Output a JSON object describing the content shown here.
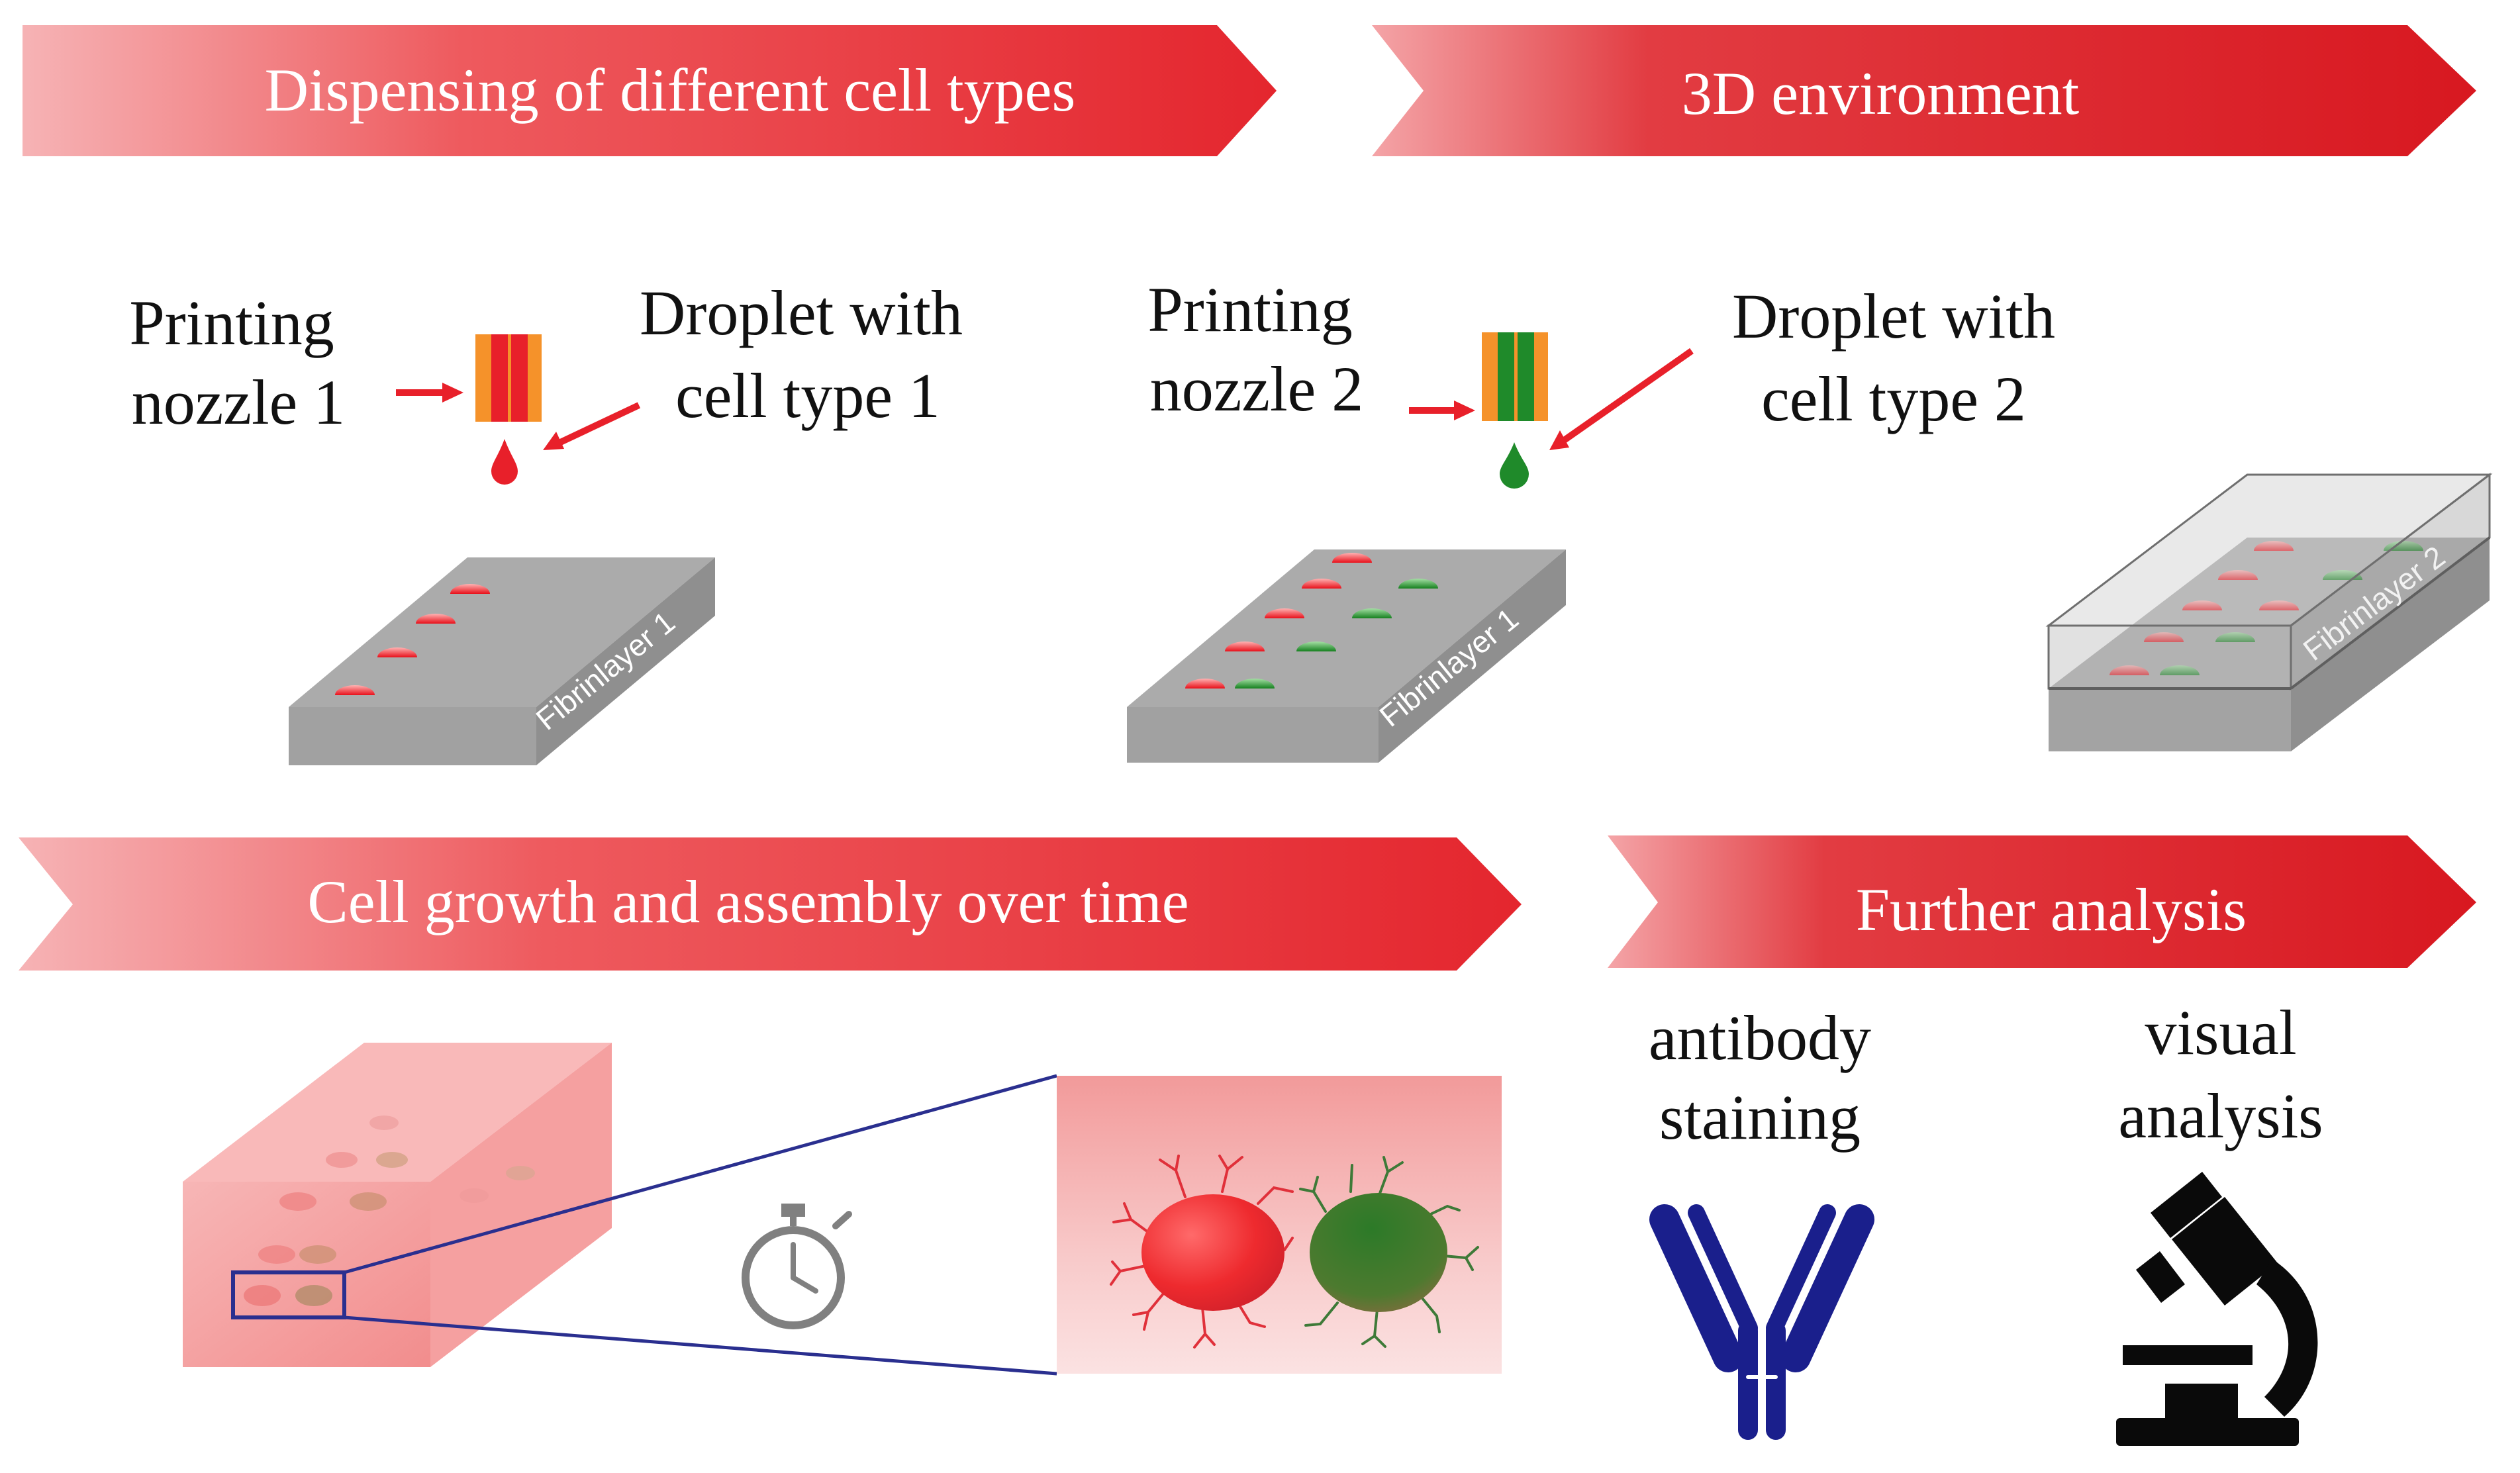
{
  "banners": {
    "dispensing": "Dispensing of different cell types",
    "environment": "3D environment",
    "growth": "Cell growth and assembly over time",
    "analysis": "Further analysis"
  },
  "step1": {
    "nozzle_line1": "Printing",
    "nozzle_line2": "nozzle 1",
    "droplet_line1": "Droplet with",
    "droplet_line2": "cell type 1",
    "layer": "Fibrinlayer 1"
  },
  "step2": {
    "nozzle_line1": "Printing",
    "nozzle_line2": "nozzle 2",
    "droplet_line1": "Droplet with",
    "droplet_line2": "cell type 2",
    "layer": "Fibrinlayer 1"
  },
  "step3": {
    "layer": "Fibrinlayer 2"
  },
  "analysis": {
    "antibody_line1": "antibody",
    "antibody_line2": "staining",
    "visual_line1": "visual",
    "visual_line2": "analysis"
  },
  "icons": {
    "stopwatch": "stopwatch-icon",
    "antibody": "antibody-icon",
    "microscope": "microscope-icon"
  },
  "colors": {
    "banner": "#e8333a",
    "cell_type_1": "#e8202a",
    "cell_type_2": "#1f8a2a",
    "nozzle_orange": "#f5922a",
    "antibody": "#1a1f8c",
    "zoom_lines": "#2a2f8f"
  }
}
